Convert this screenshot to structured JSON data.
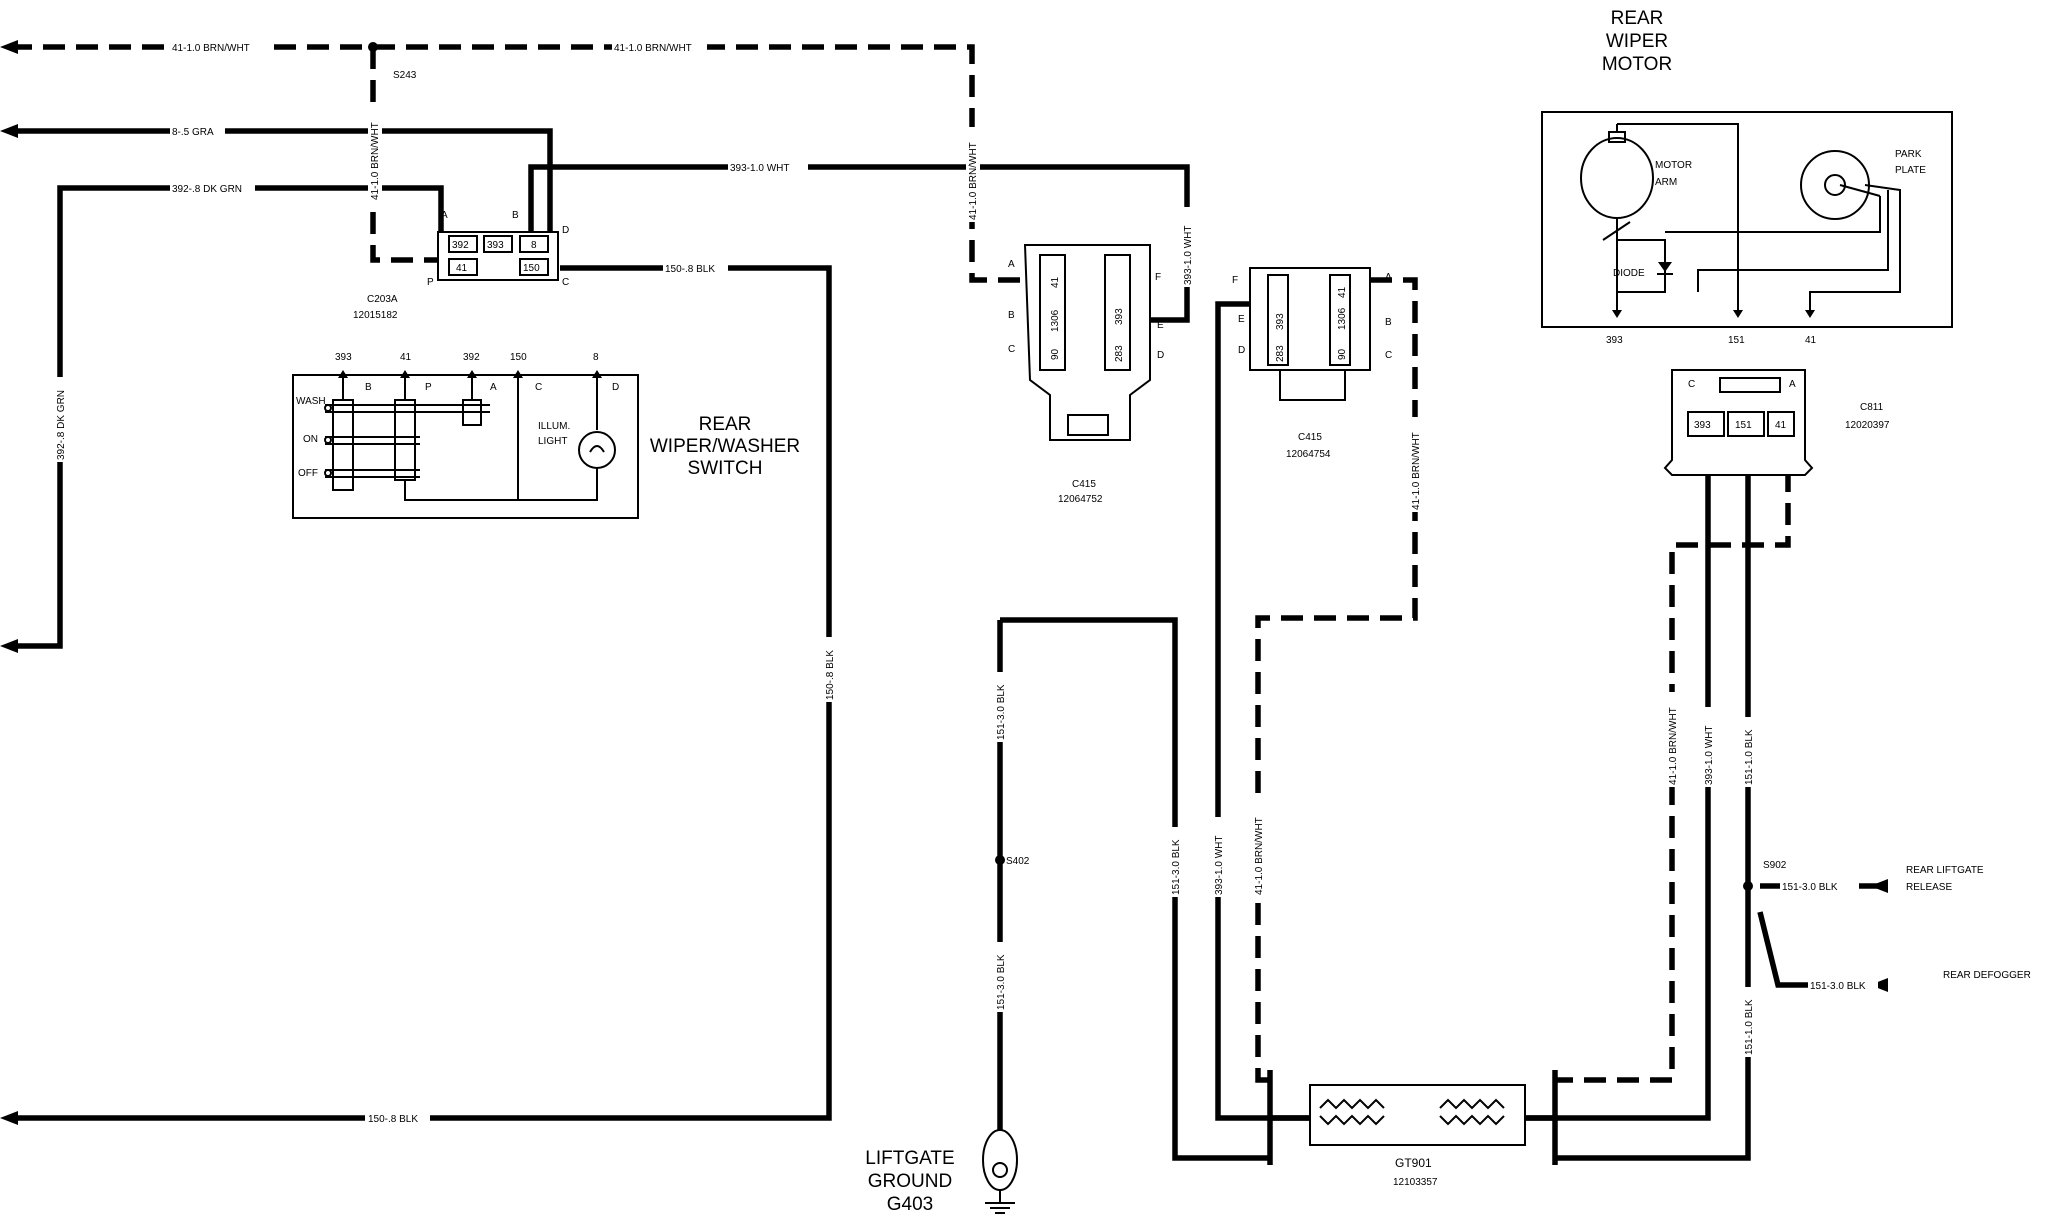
{
  "wire_labels": {
    "w41_top_left": "41-1.0 BRN/WHT",
    "w41_top_right": "41-1.0 BRN/WHT",
    "w8": "8-.5 GRA",
    "w392": "392-.8 DK GRN",
    "w393": "393-1.0 WHT",
    "w150_top": "150-.8 BLK",
    "w41_vert_s243": "41-1.0 BRN/WHT",
    "w392_vert": "392-.8 DK GRN",
    "w150_vert": "150-.8 BLK",
    "w150_bottom": "150-.8 BLK",
    "w41_c415_vert": "41-1.0 BRN/WHT",
    "w393_c415_vert": "393-1.0 WHT",
    "w41_c415b_vert": "41-1.0 BRN/WHT",
    "w151_left_upper": "151-3.0 BLK",
    "w151_left_lower": "151-3.0 BLK",
    "w151_mid": "151-3.0 BLK",
    "w393_mid": "393-1.0 WHT",
    "w41_mid": "41-1.0 BRN/WHT",
    "w41_right": "41-1.0 BRN/WHT",
    "w393_right": "393-1.0 WHT",
    "w151_right_upper": "151-1.0 BLK",
    "w151_right_lower": "151-1.0 BLK",
    "w151_liftgate": "151-3.0 BLK",
    "w151_defogger": "151-3.0 BLK"
  },
  "splices": {
    "s243": "S243",
    "s402": "S402",
    "s902": "S902"
  },
  "connectors": {
    "c203a_name": "C203A",
    "c203a_part": "12015182",
    "c203a_pins": [
      "392",
      "393",
      "8",
      "41",
      "150"
    ],
    "c203a_letters": [
      "A",
      "B",
      "D",
      "P",
      "C"
    ],
    "c415a_name": "C415",
    "c415a_part": "12064752",
    "c415a_pins": [
      "41",
      "1306",
      "393",
      "90",
      "283"
    ],
    "c415a_letters": [
      "A",
      "B",
      "C",
      "F",
      "E",
      "D"
    ],
    "c415b_name": "C415",
    "c415b_part": "12064754",
    "c415b_pins": [
      "393",
      "1306",
      "41",
      "283",
      "90"
    ],
    "c415b_letters": [
      "F",
      "A",
      "E",
      "B",
      "D",
      "C"
    ],
    "c811_name": "C811",
    "c811_part": "12020397",
    "c811_pins": [
      "393",
      "151",
      "41"
    ],
    "c811_letters": [
      "C",
      "A"
    ],
    "gt901_name": "GT901",
    "gt901_part": "12103357"
  },
  "switch": {
    "title_line1": "REAR",
    "title_line2": "WIPER/WASHER",
    "title_line3": "SWITCH",
    "circuits": [
      "393",
      "41",
      "392",
      "150",
      "8"
    ],
    "letters": [
      "B",
      "P",
      "A",
      "C",
      "D"
    ],
    "positions": [
      "WASH",
      "ON",
      "OFF"
    ],
    "illum_line1": "ILLUM.",
    "illum_line2": "LIGHT"
  },
  "motor": {
    "title_line1": "REAR",
    "title_line2": "WIPER",
    "title_line3": "MOTOR",
    "motor_arm_line1": "MOTOR",
    "motor_arm_line2": "ARM",
    "park_plate_line1": "PARK",
    "park_plate_line2": "PLATE",
    "diode": "DIODE",
    "terminals": [
      "393",
      "151",
      "41"
    ]
  },
  "ground": {
    "line1": "LIFTGATE",
    "line2": "GROUND",
    "line3": "G403"
  },
  "destinations": {
    "liftgate_release_line1": "REAR LIFTGATE",
    "liftgate_release_line2": "RELEASE",
    "defogger": "REAR DEFOGGER"
  }
}
